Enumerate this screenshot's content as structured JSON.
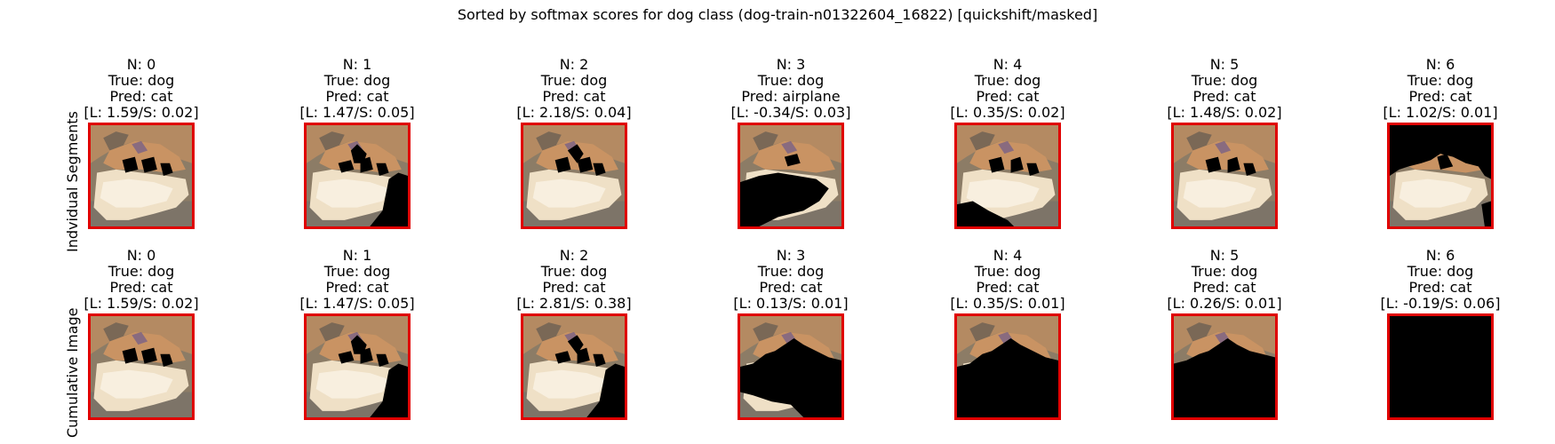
{
  "title": "Sorted by softmax scores for dog class (dog-train-n01322604_16822) [quickshift/masked]",
  "row_labels": [
    "Indvidual Segments",
    "Cumulative Image"
  ],
  "colors": {
    "border": "#e00000",
    "mask": "#000000",
    "background": "#ffffff"
  },
  "chart_data": {
    "type": "image-grid",
    "rows": [
      {
        "label": "Indvidual Segments",
        "cells": [
          {
            "n": "N: 0",
            "true": "True: dog",
            "pred": "Pred: cat",
            "scores": "[L: 1.59/S: 0.02]",
            "mask": "seg0"
          },
          {
            "n": "N: 1",
            "true": "True: dog",
            "pred": "Pred: cat",
            "scores": "[L: 1.47/S: 0.05]",
            "mask": "seg1"
          },
          {
            "n": "N: 2",
            "true": "True: dog",
            "pred": "Pred: cat",
            "scores": "[L: 2.18/S: 0.04]",
            "mask": "seg2"
          },
          {
            "n": "N: 3",
            "true": "True: dog",
            "pred": "Pred: airplane",
            "scores": "[L: -0.34/S: 0.03]",
            "mask": "seg3"
          },
          {
            "n": "N: 4",
            "true": "True: dog",
            "pred": "Pred: cat",
            "scores": "[L: 0.35/S: 0.02]",
            "mask": "seg4"
          },
          {
            "n": "N: 5",
            "true": "True: dog",
            "pred": "Pred: cat",
            "scores": "[L: 1.48/S: 0.02]",
            "mask": "seg5"
          },
          {
            "n": "N: 6",
            "true": "True: dog",
            "pred": "Pred: cat",
            "scores": "[L: 1.02/S: 0.01]",
            "mask": "seg6"
          }
        ]
      },
      {
        "label": "Cumulative Image",
        "cells": [
          {
            "n": "N: 0",
            "true": "True: dog",
            "pred": "Pred: cat",
            "scores": "[L: 1.59/S: 0.02]",
            "mask": "cum0"
          },
          {
            "n": "N: 1",
            "true": "True: dog",
            "pred": "Pred: cat",
            "scores": "[L: 1.47/S: 0.05]",
            "mask": "cum1"
          },
          {
            "n": "N: 2",
            "true": "True: dog",
            "pred": "Pred: cat",
            "scores": "[L: 2.81/S: 0.38]",
            "mask": "cum2"
          },
          {
            "n": "N: 3",
            "true": "True: dog",
            "pred": "Pred: cat",
            "scores": "[L: 0.13/S: 0.01]",
            "mask": "cum3"
          },
          {
            "n": "N: 4",
            "true": "True: dog",
            "pred": "Pred: cat",
            "scores": "[L: 0.35/S: 0.01]",
            "mask": "cum4"
          },
          {
            "n": "N: 5",
            "true": "True: dog",
            "pred": "Pred: cat",
            "scores": "[L: 0.26/S: 0.01]",
            "mask": "cum5"
          },
          {
            "n": "N: 6",
            "true": "True: dog",
            "pred": "Pred: cat",
            "scores": "[L: -0.19/S: 0.06]",
            "mask": "cum6"
          }
        ]
      }
    ]
  }
}
